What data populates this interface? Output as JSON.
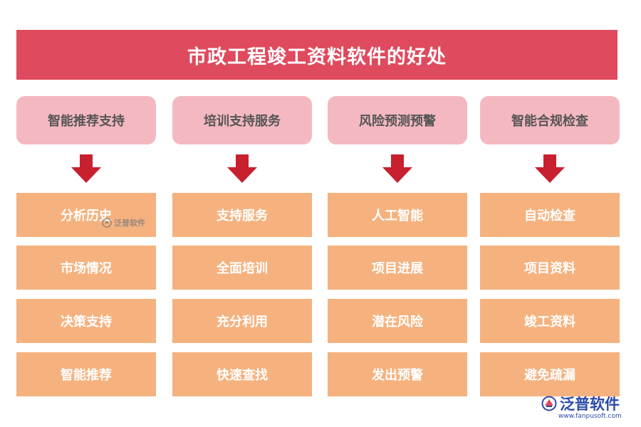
{
  "title": "市政工程竣工资料软件的好处",
  "columns": [
    {
      "heading": "智能推荐支持",
      "items": [
        "分析历史",
        "市场情况",
        "决策支持",
        "智能推荐"
      ]
    },
    {
      "heading": "培训支持服务",
      "items": [
        "支持服务",
        "全面培训",
        "充分利用",
        "快速查找"
      ]
    },
    {
      "heading": "风险预测预警",
      "items": [
        "人工智能",
        "项目进展",
        "潜在风险",
        "发出预警"
      ]
    },
    {
      "heading": "智能合规检查",
      "items": [
        "自动检查",
        "项目资料",
        "竣工资料",
        "避免疏漏"
      ]
    }
  ],
  "watermark": {
    "text": "泛普软件"
  },
  "logo": {
    "name": "泛普软件",
    "url": "www.fanpusoft.com"
  },
  "colors": {
    "title_bg": "#e04a5e",
    "heading_bg": "#f4b8c1",
    "item_bg": "#f5b27f",
    "arrow": "#c8202f",
    "logo": "#2a4aa8"
  }
}
